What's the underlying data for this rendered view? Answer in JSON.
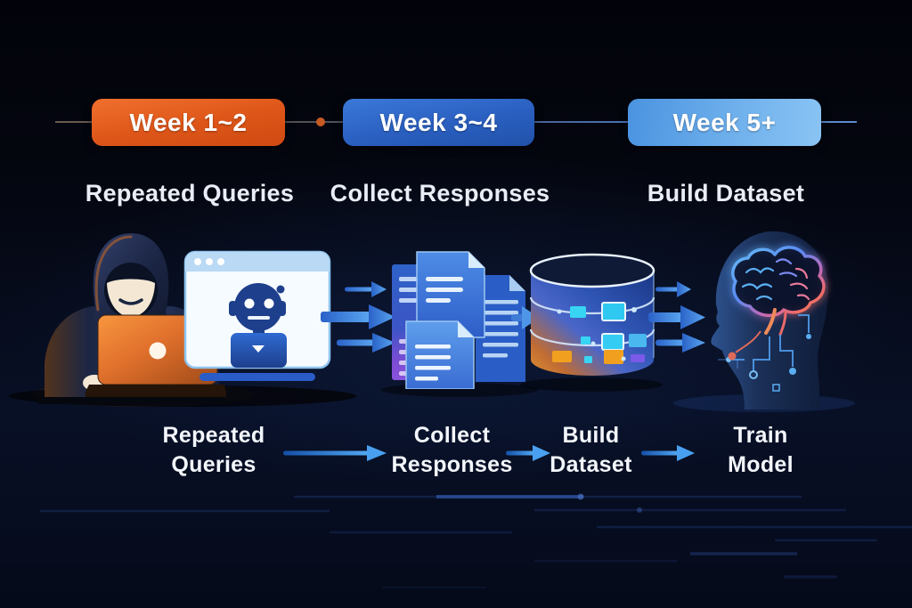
{
  "timeline": {
    "badges": [
      {
        "label": "Week 1~2",
        "color": "#e0561d"
      },
      {
        "label": "Week 3~4",
        "color": "#2c66c8"
      },
      {
        "label": "Week 5+",
        "color": "#6fb0ec"
      }
    ],
    "connector_dot_color": "#c75a24"
  },
  "stage_titles": [
    {
      "label": "Repeated Queries"
    },
    {
      "label": "Collect Responses"
    },
    {
      "label": "Build Dataset"
    }
  ],
  "flow_steps": [
    {
      "line1": "Repeated",
      "line2": "Queries"
    },
    {
      "line1": "Collect",
      "line2": "Responses"
    },
    {
      "line1": "Build",
      "line2": "Dataset"
    },
    {
      "line1": "Train",
      "line2": "Model"
    }
  ],
  "icons": {
    "hacker": "hooded-hacker-at-laptop",
    "chatbot": "chatbot-in-browser-window",
    "documents": "stacked-documents",
    "database": "database-cylinder",
    "brain": "ai-brain-in-head-profile",
    "arrow": "right-arrow"
  },
  "colors": {
    "background": "#04060f",
    "accent_orange": "#e0561d",
    "accent_blue": "#2c66c8",
    "accent_light_blue": "#6fb0ec",
    "flow_arrow_blue": "#3f90e8",
    "heading_text": "#e9edf6"
  }
}
